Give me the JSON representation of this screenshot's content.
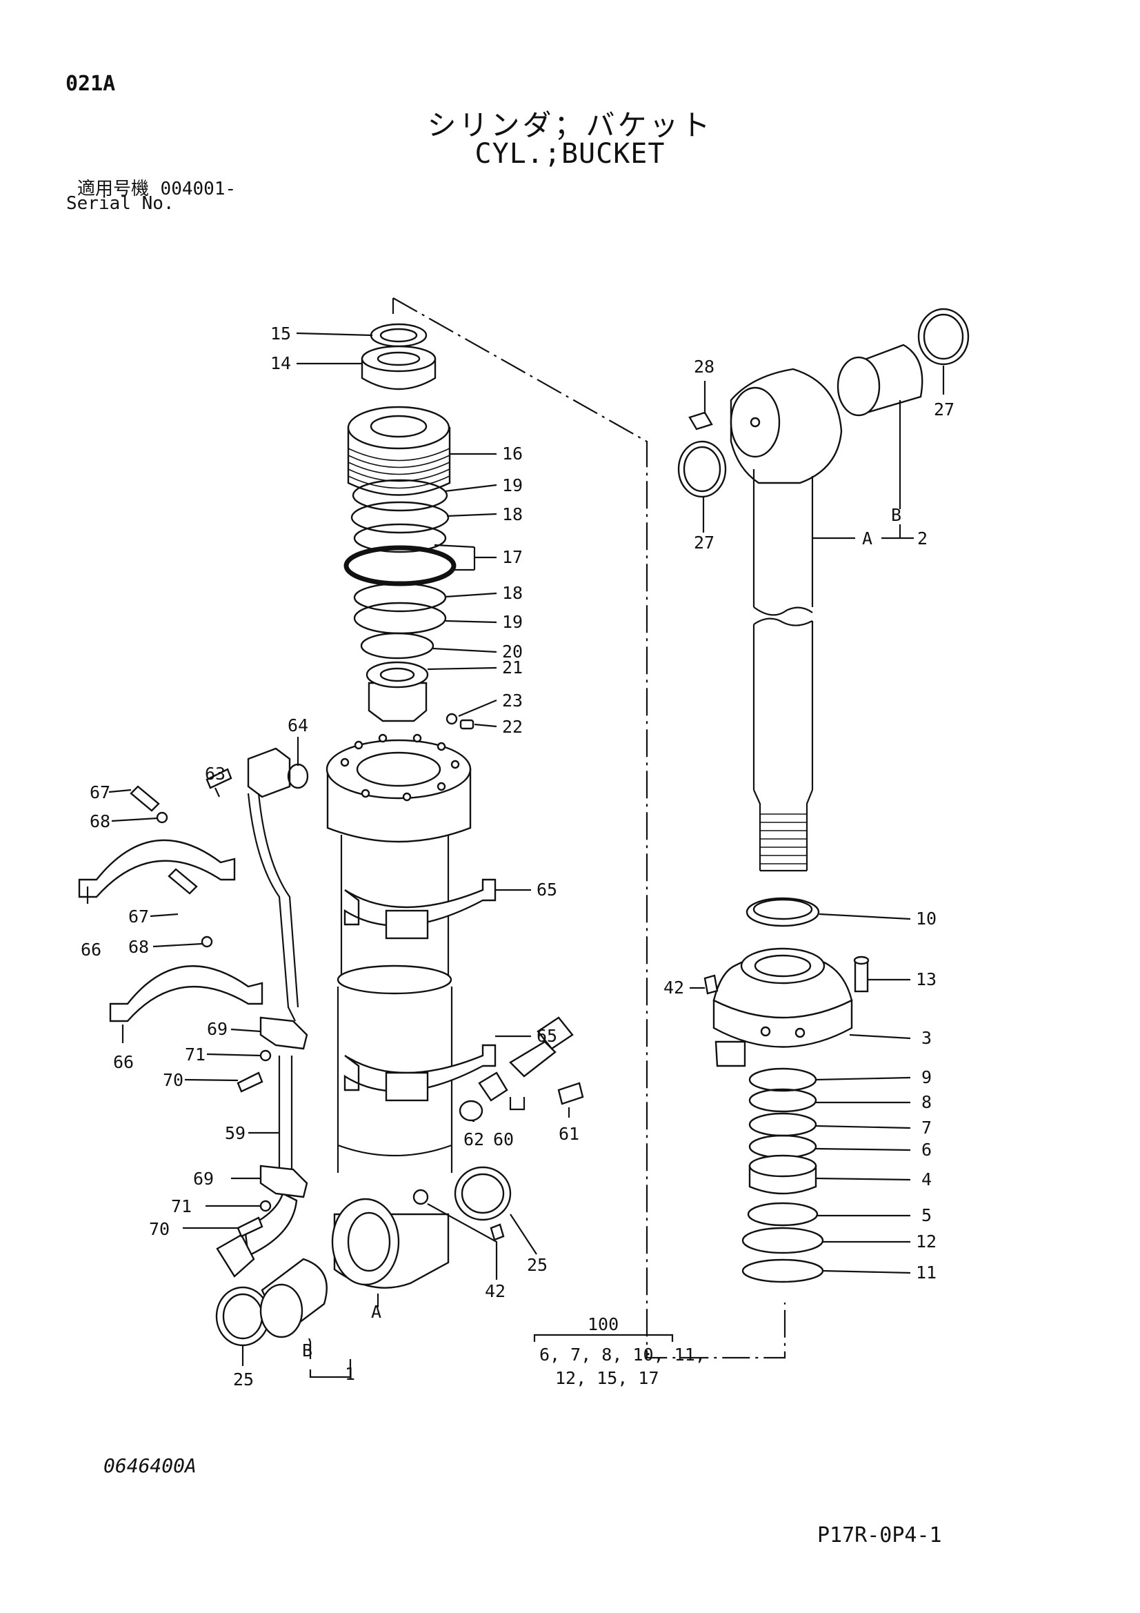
{
  "header": {
    "page_code": "021A",
    "title_jp": "シリンダ；バケット",
    "title_en": "CYL.;BUCKET",
    "serial_label_jp": "適用号機",
    "serial_value": "004001-",
    "serial_label_en": "Serial No."
  },
  "callouts": {
    "c15": "15",
    "c14": "14",
    "c16": "16",
    "c19a": "19",
    "c18a": "18",
    "c17": "17",
    "c18b": "18",
    "c19b": "19",
    "c20": "20",
    "c21": "21",
    "c23": "23",
    "c22": "22",
    "c64": "64",
    "c63": "63",
    "c67a": "67",
    "c68a": "68",
    "c66a": "66",
    "c65a": "65",
    "c67b": "67",
    "c68b": "68",
    "c66b": "66",
    "c69a": "69",
    "c65b": "65",
    "c71a": "71",
    "c70a": "70",
    "c59": "59",
    "c62": "62",
    "c60": "60",
    "c61": "61",
    "c69b": "69",
    "c71b": "71",
    "c70b": "70",
    "c25a": "25",
    "c42a": "42",
    "c25b": "25",
    "cA1": "A",
    "cB1": "B",
    "c1": "1",
    "c28": "28",
    "c27a": "27",
    "c27b": "27",
    "cB2": "B",
    "cA2": "A",
    "c2": "2",
    "c10": "10",
    "c13": "13",
    "c42b": "42",
    "c3": "3",
    "c9": "9",
    "c8": "8",
    "c7": "7",
    "c6": "6",
    "c4": "4",
    "c5": "5",
    "c12": "12",
    "c11": "11"
  },
  "kit": {
    "number": "100",
    "line1": "6, 7, 8, 10, 11,",
    "line2": "12, 15, 17"
  },
  "footer": {
    "drawing_no": "0646400A",
    "page_ref": "P17R-0P4-1"
  }
}
